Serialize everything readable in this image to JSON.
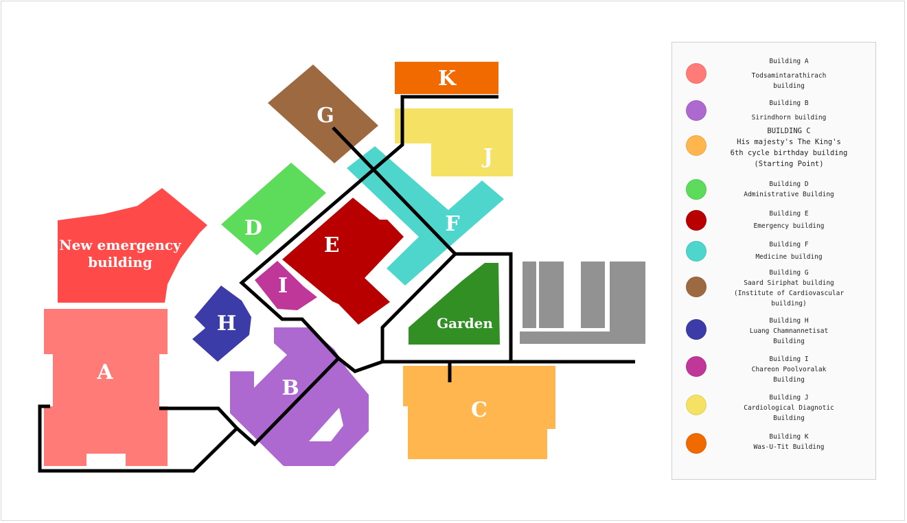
{
  "map": {
    "building_labels": {
      "new_emergency_line1": "New emergency",
      "new_emergency_line2": "building",
      "A": "A",
      "B": "B",
      "C": "C",
      "D": "D",
      "E": "E",
      "F": "F",
      "G": "G",
      "H": "H",
      "I": "I",
      "J": "J",
      "K": "K",
      "garden": "Garden"
    },
    "colors": {
      "new_emergency": "#ff4a4a",
      "A": "#ff7b78",
      "B": "#ad69d0",
      "C": "#ffb64f",
      "D": "#5cdc5a",
      "E": "#b80000",
      "F": "#4fd6cc",
      "G": "#9c6941",
      "H": "#3c3ca8",
      "I": "#bf3799",
      "J": "#f5e264",
      "K": "#f06a00",
      "garden": "#318f24",
      "other_building": "#929292",
      "path": "#000000"
    }
  },
  "legend": {
    "items": [
      {
        "color": "#ff7b78",
        "line1": "Building A",
        "line2": "Todsamintarathirach",
        "line3": "building"
      },
      {
        "color": "#ad69d0",
        "line1": "Building B",
        "line2": "Sirindhorn building",
        "line3": ""
      },
      {
        "color": "#ffb64f",
        "line1": "BUILDING C",
        "line2": "His majesty's The King's",
        "line3": "6th cycle birthday building",
        "line4": "(Starting Point)"
      },
      {
        "color": "#5cdc5a",
        "line1": "Building D",
        "line2": "Administrative Building",
        "line3": ""
      },
      {
        "color": "#b80000",
        "line1": "Building E",
        "line2": "Emergency building",
        "line3": ""
      },
      {
        "color": "#4fd6cc",
        "line1": "Building F",
        "line2": "Medicine building",
        "line3": ""
      },
      {
        "color": "#9c6941",
        "line1": "Building G",
        "line2": "Saard Siriphat building",
        "line3": "(Institute of Cardiovascular",
        "line4": "building)"
      },
      {
        "color": "#3c3ca8",
        "line1": "Building H",
        "line2": "Luang Chamnannetisat",
        "line3": "Building"
      },
      {
        "color": "#bf3799",
        "line1": "Building I",
        "line2": "Chareon Poolvoralak",
        "line3": "Building"
      },
      {
        "color": "#f5e264",
        "line1": "Building J",
        "line2": "Cardiological Diagnotic",
        "line3": "Building"
      },
      {
        "color": "#f06a00",
        "line1": "Building K",
        "line2": "Was-U-Tit Building",
        "line3": ""
      }
    ]
  }
}
